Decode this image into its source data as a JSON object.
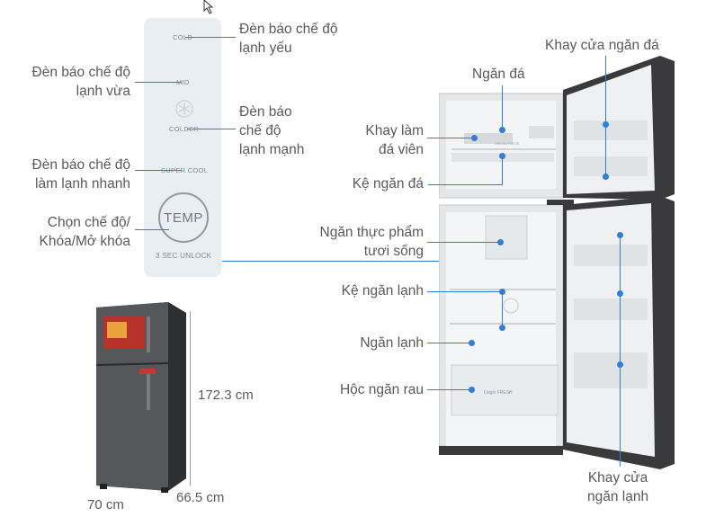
{
  "panel": {
    "cold": "COLD",
    "mid": "MID",
    "colder": "COLDER",
    "super_cool": "SUPER COOL",
    "temp": "TEMP",
    "unlock": "3 SEC  UNLOCK"
  },
  "labels": {
    "cold_l1": "Đèn báo chế độ",
    "cold_l2": "lạnh yếu",
    "mid_l1": "Đèn báo chế độ",
    "mid_l2": "lạnh vừa",
    "colder_l1": "Đèn báo",
    "colder_l2": "chế độ",
    "colder_l3": "lạnh mạnh",
    "super_l1": "Đèn báo chế độ",
    "super_l2": "làm lạnh nhanh",
    "temp_l1": "Chọn chế độ/",
    "temp_l2": "Khóa/Mở khóa",
    "freezer": "Ngăn đá",
    "ice_tray_l1": "Khay làm",
    "ice_tray_l2": "đá viên",
    "freezer_shelf": "Kệ ngăn đá",
    "fresh_l1": "Ngăn thực phẩm",
    "fresh_l2": "tươi sống",
    "fridge_shelf": "Kệ ngăn lạnh",
    "fridge": "Ngăn lạnh",
    "crisper": "Hộc ngăn rau",
    "freezer_door_tray": "Khay cửa ngăn đá",
    "fridge_door_l1": "Khay cửa",
    "fridge_door_l2": "ngăn lạnh"
  },
  "dimensions": {
    "height": "172.3 cm",
    "width": "70 cm",
    "depth": "66.5 cm"
  },
  "interior_text": {
    "freezer_brand": "ORIGIN FREEZE",
    "crisper_brand": "Origin FRESH"
  },
  "colors": {
    "accent": "#2f7fd8",
    "panel_bg": "#e9eef2",
    "fridge_body": "#3a3a3c"
  }
}
